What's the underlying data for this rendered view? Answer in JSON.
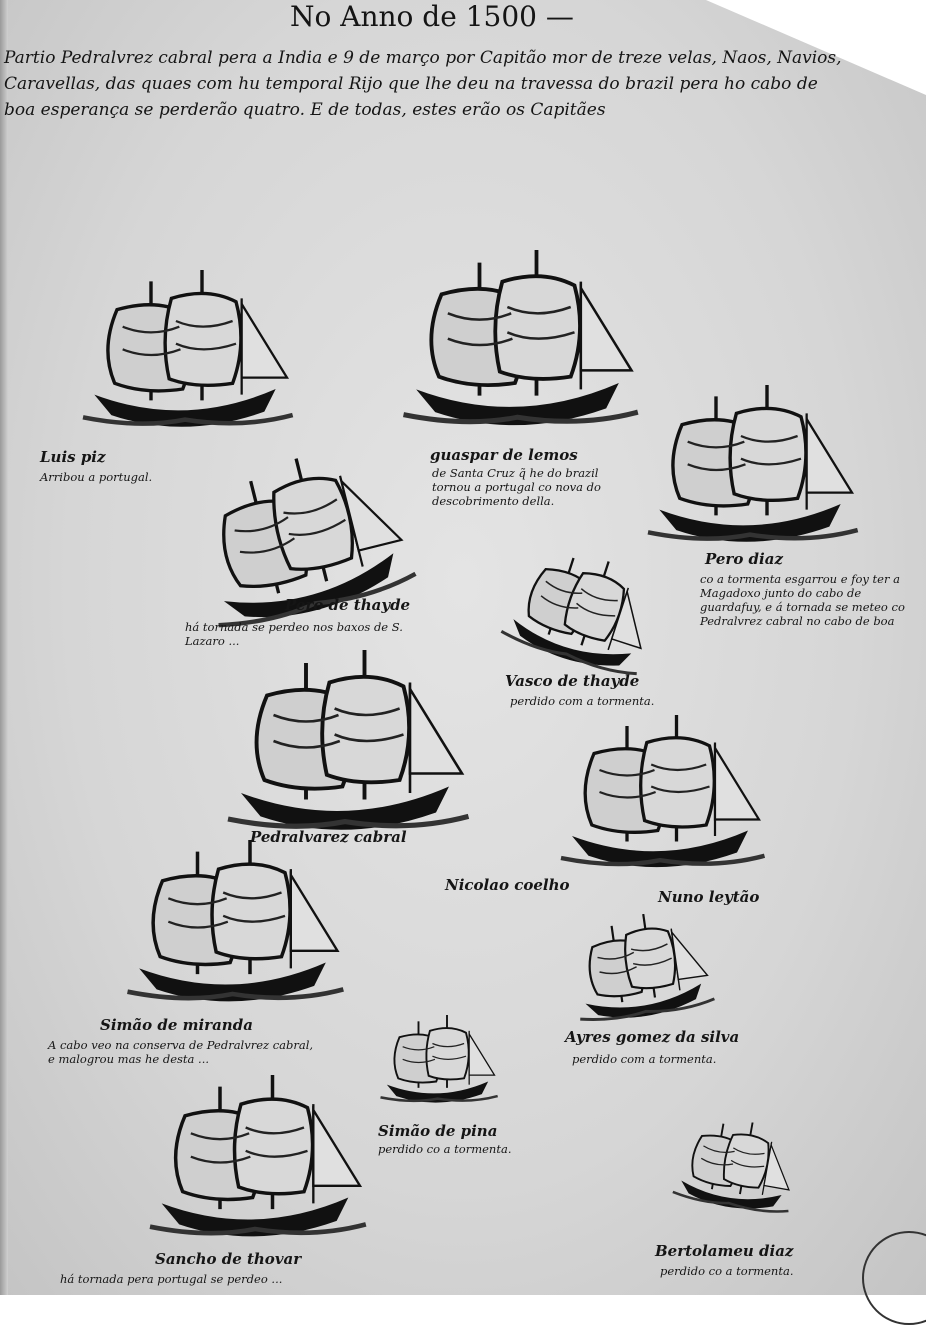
{
  "title": "No Anno de 1500 —",
  "intro_lines": [
    "Partio Pedralvrez cabral pera a India e 9 de março por Capitão mor de treze velas, Naos, Navios,",
    "Caravellas, das quaes com hu temporal Rijo que lhe deu na travessa do brazil pera ho cabo de",
    "boa esperança se perderão quatro. E de todas, estes erão os Capitães"
  ],
  "captains": [
    {
      "name": "Luis piz",
      "note": "Arribou a portugal."
    },
    {
      "name": "guaspar de lemos",
      "note": "de Santa Cruz q̃ he do brazil tornou a portugal co nova do descobrimento della."
    },
    {
      "name": "Pero de thayde",
      "note": "há tornada se perdeo nos baxos de S. Lazaro ..."
    },
    {
      "name": "Pero diaz",
      "note": "co a tormenta esgarrou e foy ter a Magadoxo junto do cabo de guardafuy, e á tornada se meteo co Pedralvrez cabral no cabo de boa"
    },
    {
      "name": "Vasco de thayde",
      "note": "perdido com a tormenta."
    },
    {
      "name": "Pedralvarez cabral",
      "note": ""
    },
    {
      "name": "Nicolao coelho",
      "note": ""
    },
    {
      "name": "Nuno leytão",
      "note": ""
    },
    {
      "name": "Simão de miranda",
      "note": "A cabo veo na conserva de Pedralvrez cabral, e malogrou mas he desta ..."
    },
    {
      "name": "Ayres gomez da silva",
      "note": "perdido com a tormenta."
    },
    {
      "name": "Simão de pina",
      "note": "perdido co a tormenta."
    },
    {
      "name": "Sancho de thovar",
      "note": "há tornada pera portugal se perdeo ..."
    },
    {
      "name": "Bertolameu diaz",
      "note": "perdido co a tormenta."
    }
  ]
}
